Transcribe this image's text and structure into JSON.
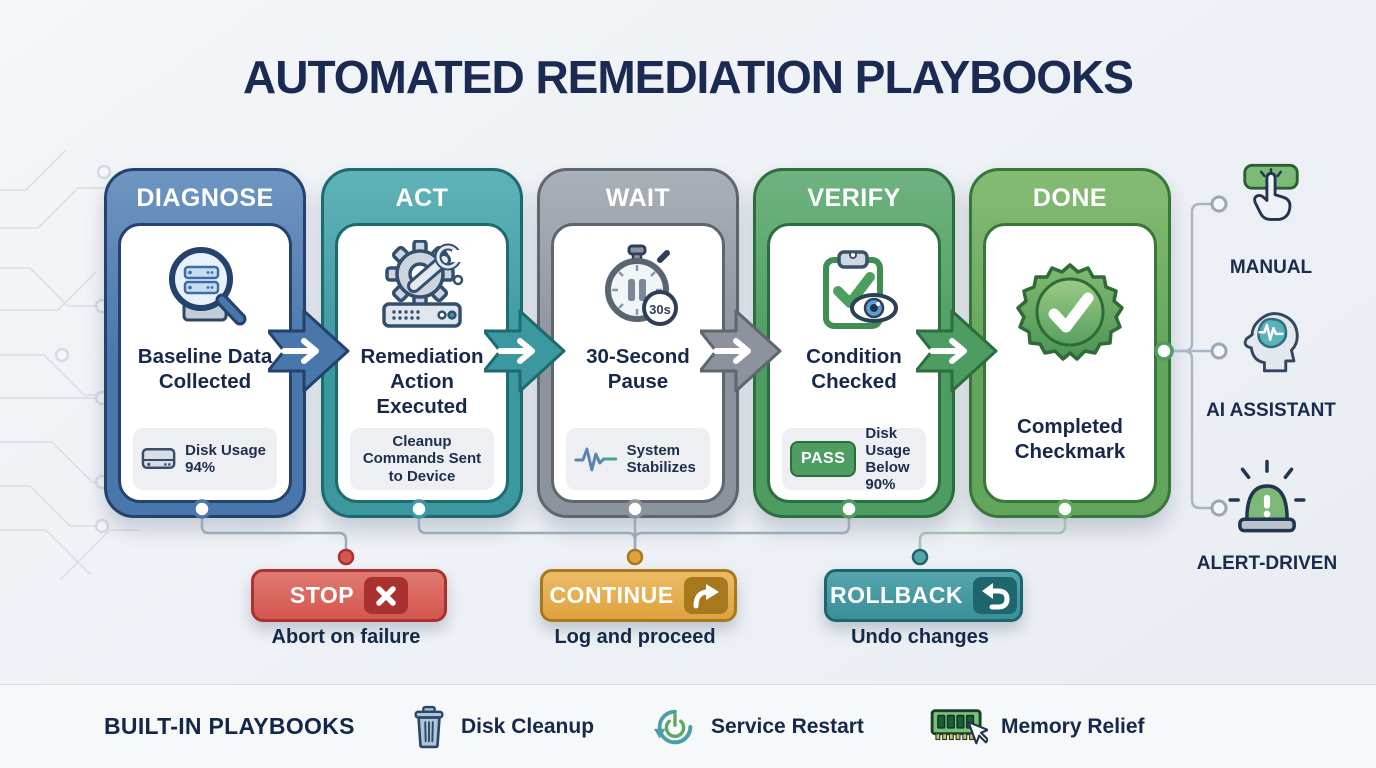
{
  "title": "AUTOMATED REMEDIATION PLAYBOOKS",
  "stages": [
    {
      "label": "DIAGNOSE",
      "caption": "Baseline Data Collected",
      "detail": "Disk Usage 94%",
      "color": "#4a77ab",
      "color_light": "#6e95c2",
      "color_dark": "#24426b"
    },
    {
      "label": "ACT",
      "caption": "Remediation Action Executed",
      "detail": "Cleanup Commands Sent to Device",
      "color": "#3b989f",
      "color_light": "#5fb3b8",
      "color_dark": "#1d6a70"
    },
    {
      "label": "WAIT",
      "caption": "30-Second Pause",
      "detail": "System Stabilizes",
      "icon_badge": "30s",
      "color": "#8d939c",
      "color_light": "#aab0b8",
      "color_dark": "#5f6670"
    },
    {
      "label": "VERIFY",
      "caption": "Condition Checked",
      "detail": "Disk Usage Below 90%",
      "badge": "PASS",
      "color": "#4d9c62",
      "color_light": "#6fb380",
      "color_dark": "#2c6e3c"
    },
    {
      "label": "DONE",
      "caption": "Completed Checkmark",
      "color": "#63a55c",
      "color_light": "#85bc74",
      "color_dark": "#39763a"
    }
  ],
  "branches": [
    {
      "label": "STOP",
      "caption": "Abort on failure",
      "color": "#d4564f",
      "color_light": "#e07a72",
      "color_dark": "#a93230"
    },
    {
      "label": "CONTINUE",
      "caption": "Log and proceed",
      "color": "#dfa23e",
      "color_light": "#ecbc66",
      "color_dark": "#a8781f"
    },
    {
      "label": "ROLLBACK",
      "caption": "Undo changes",
      "color": "#3b8f98",
      "color_light": "#55a6ad",
      "color_dark": "#1e666e"
    }
  ],
  "triggers": [
    {
      "label": "MANUAL"
    },
    {
      "label": "AI ASSISTANT"
    },
    {
      "label": "ALERT-DRIVEN"
    }
  ],
  "footer": {
    "heading": "BUILT-IN PLAYBOOKS",
    "items": [
      {
        "label": "Disk Cleanup"
      },
      {
        "label": "Service Restart"
      },
      {
        "label": "Memory Relief"
      }
    ]
  }
}
